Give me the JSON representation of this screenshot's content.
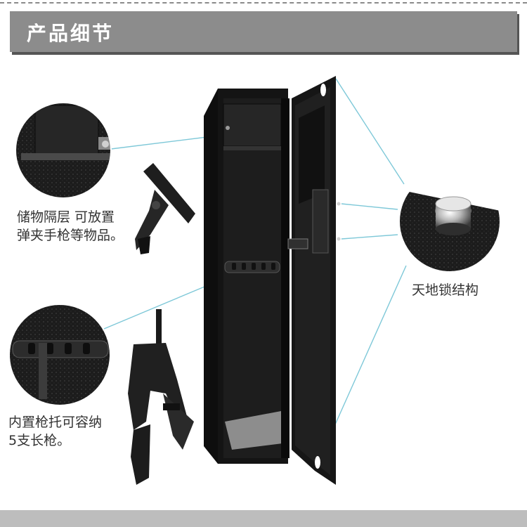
{
  "header": {
    "title": "产品细节"
  },
  "captions": {
    "shelf_line1": "储物隔层 可放置",
    "shelf_line2": "弹夹手枪等物品。",
    "lock": "天地锁结构",
    "rack_line1": "内置枪托可容纳",
    "rack_line2": "5支长枪。"
  },
  "colors": {
    "header_bg": "#8c8c8c",
    "header_text": "#ffffff",
    "caption_text": "#333333",
    "callout_line": "#7ec8d8",
    "safe_body": "#141414"
  }
}
